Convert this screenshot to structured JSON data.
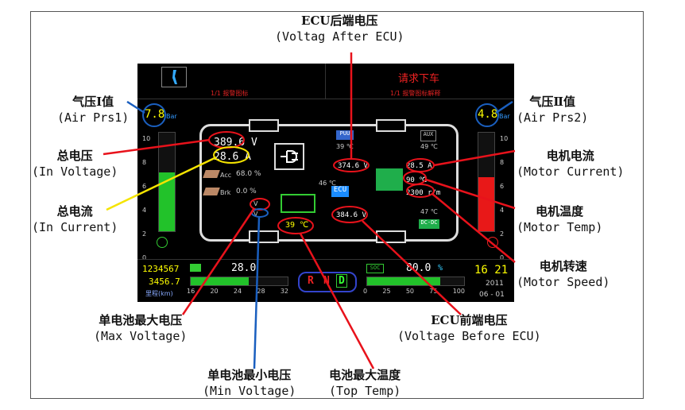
{
  "labels": {
    "ecu_after": {
      "zh": "ECU后端电压",
      "en": "(Voltag After ECU)"
    },
    "air1": {
      "zh": "气压Ⅰ值",
      "en": "(Air Prs1)"
    },
    "air2": {
      "zh": "气压Ⅱ值",
      "en": "(Air Prs2)"
    },
    "in_voltage": {
      "zh": "总电压",
      "en": "(In Voltage)"
    },
    "in_current": {
      "zh": "总电流",
      "en": "(In Current)"
    },
    "motor_current": {
      "zh": "电机电流",
      "en": "(Motor Current)"
    },
    "motor_temp": {
      "zh": "电机温度",
      "en": "(Motor Temp)"
    },
    "motor_speed": {
      "zh": "电机转速",
      "en": "(Motor Speed)"
    },
    "max_voltage": {
      "zh": "单电池最大电压",
      "en": "(Max Voltage)"
    },
    "ecu_before": {
      "zh": "ECU前端电压",
      "en": "(Voltage Before ECU)"
    },
    "min_voltage": {
      "zh": "单电池最小电压",
      "en": "(Min Voltage)"
    },
    "top_temp": {
      "zh": "电池最大温度",
      "en": "(Top Temp)"
    }
  },
  "screen": {
    "alarm_left": "1/1 报警图标",
    "alarm_right": "1/1 报警图标解释",
    "request": "请求下车",
    "air1_value": "7.8",
    "air2_value": "4.8",
    "bar_unit": "Bar",
    "gauge_ticks": [
      "10",
      "8",
      "6",
      "4",
      "2",
      "0"
    ],
    "in_voltage": "389.6 V",
    "in_current": "28.6 A",
    "acc_label": "Acc",
    "acc_value": "68.0 %",
    "brk_label": "Brk",
    "brk_value": "0.0 %",
    "max_v_short": "V",
    "min_v_short": "V",
    "top_temp": "39 ℃",
    "ecu_after_value": "374.6 V",
    "ecu_before_value": "384.6 V",
    "ecu_temp": "46 ℃",
    "ecu_label": "ECU",
    "puu_label": "PUU",
    "puu_temp": "39 ℃",
    "aux_label": "AUX",
    "aux_temp": "49 ℃",
    "motor_current": "28.5 A",
    "motor_temp": "90 ℃",
    "motor_speed": "2300 r/m",
    "dcdc_temp": "47 ℃",
    "dcdc_label": "DC-DC",
    "odometer": "1234567",
    "trip": "3456.7",
    "odometer_unit": "里程(km)",
    "battery_value": "28.0",
    "battery_ticks": [
      "16",
      "20",
      "24",
      "28",
      "32"
    ],
    "gear": {
      "r": "R",
      "n": "N",
      "d": "D"
    },
    "soc_label": "SOC",
    "soc_value": "80.0",
    "soc_unit": "%",
    "soc_ticks": [
      "0",
      "25",
      "50",
      "75",
      "100"
    ],
    "time": "16 21",
    "year": "2011",
    "date": "06 - 01"
  },
  "colors": {
    "callout_red": "#e8121b",
    "callout_yellow": "#f5e400",
    "callout_blue": "#1a5fbf",
    "gauge_green": "#22c22a",
    "gauge_red": "#e81818"
  },
  "levels": {
    "air1_fill": 0.6,
    "air2_fill": 0.55,
    "battery_fill": 0.6,
    "soc_fill": 0.75
  }
}
